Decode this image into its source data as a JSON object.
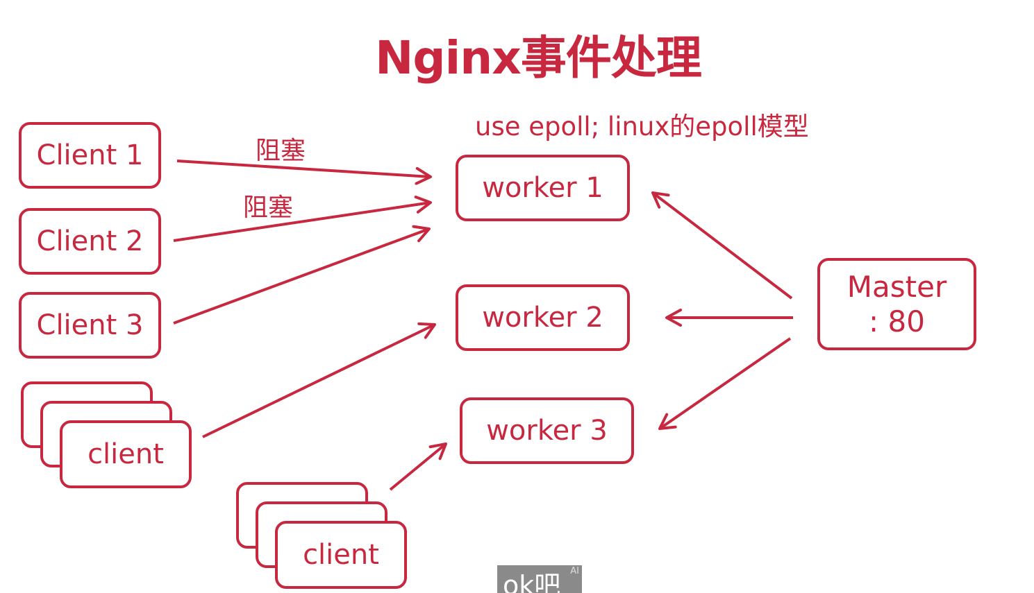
{
  "title": "Nginx事件处理",
  "note": "use epoll; linux的epoll模型",
  "labels": {
    "block_1": "阻塞",
    "block_2": "阻塞"
  },
  "clients": {
    "client_1": "Client 1",
    "client_2": "Client 2",
    "client_3": "Client 3",
    "client_group_1": "client",
    "client_group_2": "client"
  },
  "workers": {
    "worker_1": "worker 1",
    "worker_2": "worker 2",
    "worker_3": "worker 3"
  },
  "master": {
    "line1": "Master",
    "line2": ": 80"
  },
  "overlay": {
    "text": "ok吧",
    "badge": "AI"
  },
  "colors": {
    "accent": "#c8283f"
  }
}
